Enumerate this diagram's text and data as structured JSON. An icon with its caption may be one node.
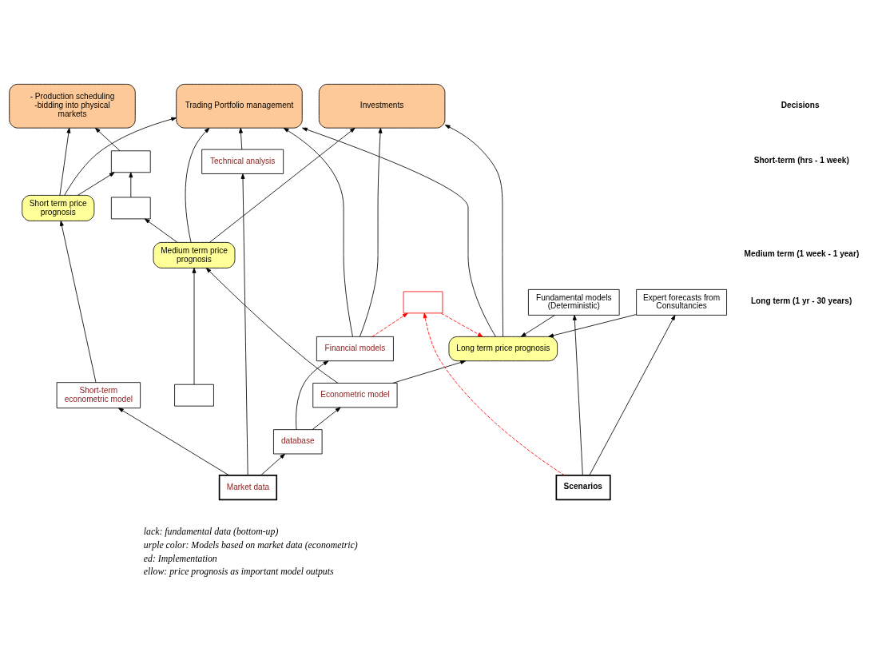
{
  "diagram": {
    "nodes": [
      {
        "text": [
          "Trading Portfolio management"
        ]
      },
      {
        "text": [
          "- Production scheduling -bidding into physical markets"
        ]
      },
      {
        "text": [
          "Investments"
        ]
      },
      {
        "text": [
          "Technical analysis"
        ]
      },
      {
        "text": [],
        "shape": "box"
      },
      {
        "text": [
          "Short term price prognosis"
        ]
      },
      {
        "text": [],
        "shape": "box"
      },
      {
        "text": [
          "Medium term price prognosis"
        ]
      },
      {
        "text": [
          "Short-term econometric model"
        ]
      },
      {
        "text": [
          "Econometric model"
        ]
      },
      {
        "text": [],
        "shape": "box"
      },
      {
        "text": [
          "Financial models"
        ]
      },
      {
        "text": [
          "Long term price prognosis"
        ]
      },
      {
        "text": [
          "Fundamental models (Deterministic)"
        ]
      },
      {
        "text": [
          "Expert forecasts from Consultancies"
        ]
      },
      {
        "text": [],
        "shape": "box"
      },
      {
        "text": [
          "database"
        ]
      },
      {
        "text": [
          "Market data"
        ]
      },
      {
        "text": [
          "Scenarios"
        ]
      }
    ],
    "edges": [
      {
        "from": 3,
        "to": 0,
        "arrow": "to"
      },
      {
        "from": 11,
        "to": 0,
        "arrow": "to"
      },
      {
        "from": 7,
        "to": 0,
        "arrow": "to"
      },
      {
        "from": 5,
        "to": 0,
        "arrow": "to"
      },
      {
        "from": 12,
        "to": 0,
        "arrow": "to"
      },
      {
        "from": 5,
        "to": 1,
        "arrow": "to"
      },
      {
        "from": 4,
        "to": 1,
        "arrow": "to"
      },
      {
        "from": 12,
        "to": 2,
        "arrow": "to"
      },
      {
        "from": 7,
        "to": 2,
        "arrow": "to"
      },
      {
        "from": 11,
        "to": 2,
        "arrow": "to"
      },
      {
        "from": 5,
        "to": 4,
        "arrow": "to"
      },
      {
        "from": 6,
        "to": 4,
        "arrow": "to"
      },
      {
        "from": 7,
        "to": 6,
        "arrow": "to"
      },
      {
        "from": 8,
        "to": 5,
        "arrow": "to"
      },
      {
        "from": 9,
        "to": 7,
        "arrow": "to"
      },
      {
        "from": 10,
        "to": 7,
        "arrow": "to"
      },
      {
        "from": 9,
        "to": 12,
        "arrow": "to"
      },
      {
        "from": 13,
        "to": 12,
        "arrow": "to"
      },
      {
        "from": 14,
        "to": 12,
        "arrow": "to"
      },
      {
        "from": 15,
        "to": 12,
        "arrow": "to",
        "style": "dashed",
        "color": "#ff0000"
      },
      {
        "from": 11,
        "to": 15,
        "arrow": "to",
        "style": "dashed",
        "color": "#ff0000"
      },
      {
        "from": 17,
        "to": 3,
        "arrow": "to"
      },
      {
        "from": 17,
        "to": 8,
        "arrow": "to"
      },
      {
        "from": 16,
        "to": 11,
        "arrow": "to"
      },
      {
        "from": 16,
        "to": 9,
        "arrow": "to"
      },
      {
        "from": 17,
        "to": 16,
        "arrow": "to"
      },
      {
        "from": 18,
        "to": 13,
        "arrow": "to"
      },
      {
        "from": 18,
        "to": 14,
        "arrow": "to"
      },
      {
        "from": 18,
        "to": 15,
        "arrow": "to",
        "style": "dashed",
        "color": "#ff0000"
      }
    ],
    "labels": [
      "Decisions",
      "Short-term (hrs - 1 week)",
      "Medium term (1 week - 1 year)",
      "Long term (1 yr - 30 years)"
    ],
    "legend": [
      {
        "text": "lack: fundamental data (bottom-up)"
      },
      {
        "text": "urple color: Models based on market data (econometric)"
      },
      {
        "text": "ed: Implementation"
      },
      {
        "text": "ellow: price prognosis as important model outputs"
      }
    ]
  }
}
